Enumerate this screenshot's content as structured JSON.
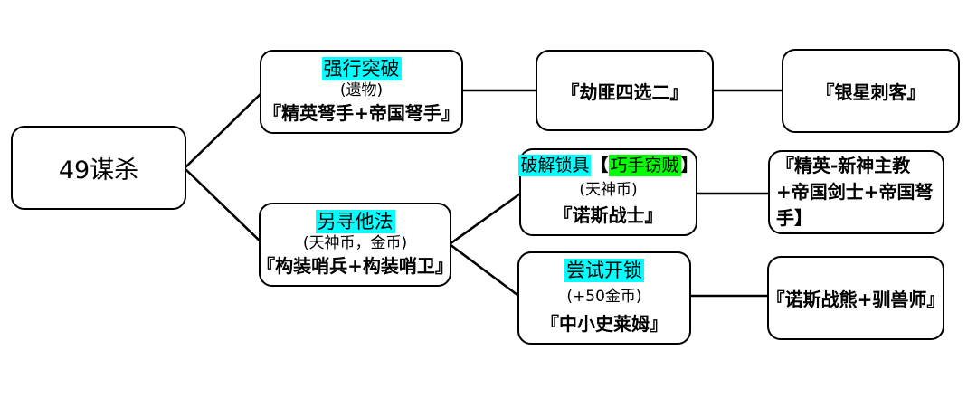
{
  "colors": {
    "background": "#ffffff",
    "box_border": "#000000",
    "edge_line": "#000000",
    "text": "#000000",
    "highlight_cyan": "#00ffff",
    "highlight_green": "#00ff00"
  },
  "nodes": {
    "root": {
      "label": "49谋杀"
    },
    "force_break": {
      "action": "强行突破",
      "cost": "(遗物)",
      "enemies": "『精英弩手+帝国弩手』"
    },
    "robber_choice": {
      "label": "『劫匪四选二』"
    },
    "silver_assassin": {
      "label": "『银星刺客』"
    },
    "pick_lock": {
      "action": "破解锁具",
      "bracket_open": "【",
      "requirement": "巧手窃贼",
      "bracket_close": "】",
      "cost": "(天神币)",
      "enemies": "『诺斯战士』"
    },
    "elite_priest_group": {
      "label": "『精英-新神主教+帝国剑士+帝国弩手】"
    },
    "other_way": {
      "action": "另寻他法",
      "cost": "(天神币，金币)",
      "enemies": "『构装哨兵+构装哨卫』"
    },
    "try_unlock": {
      "action": "尝试开锁",
      "cost": "(+50金币)",
      "enemies": "『中小史莱姆』"
    },
    "war_bear_group": {
      "label": "『诺斯战熊+驯兽师』"
    }
  }
}
